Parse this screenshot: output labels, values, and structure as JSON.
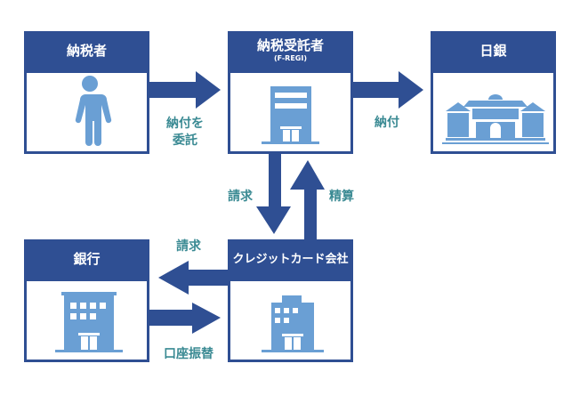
{
  "nodes": {
    "taxpayer": {
      "title": "納税者",
      "icon": "person-icon"
    },
    "collector": {
      "title": "納税受託者",
      "subtitle": "(F-REGI)",
      "icon": "office-building-icon"
    },
    "boj": {
      "title": "日銀",
      "icon": "central-bank-icon"
    },
    "bank": {
      "title": "銀行",
      "icon": "bank-building-icon"
    },
    "card": {
      "title": "クレジットカード会社",
      "icon": "company-building-icon"
    }
  },
  "edges": {
    "taxpayer_to_collector": {
      "label_line1": "納付を",
      "label_line2": "委託"
    },
    "collector_to_boj": {
      "label": "納付"
    },
    "collector_to_card": {
      "label": "請求"
    },
    "card_to_collector": {
      "label": "精算"
    },
    "card_to_bank": {
      "label": "請求"
    },
    "bank_to_card": {
      "label": "口座振替"
    }
  },
  "colors": {
    "primary": "#2f4f93",
    "icon": "#6a9fd4",
    "label": "#3a8a93"
  }
}
